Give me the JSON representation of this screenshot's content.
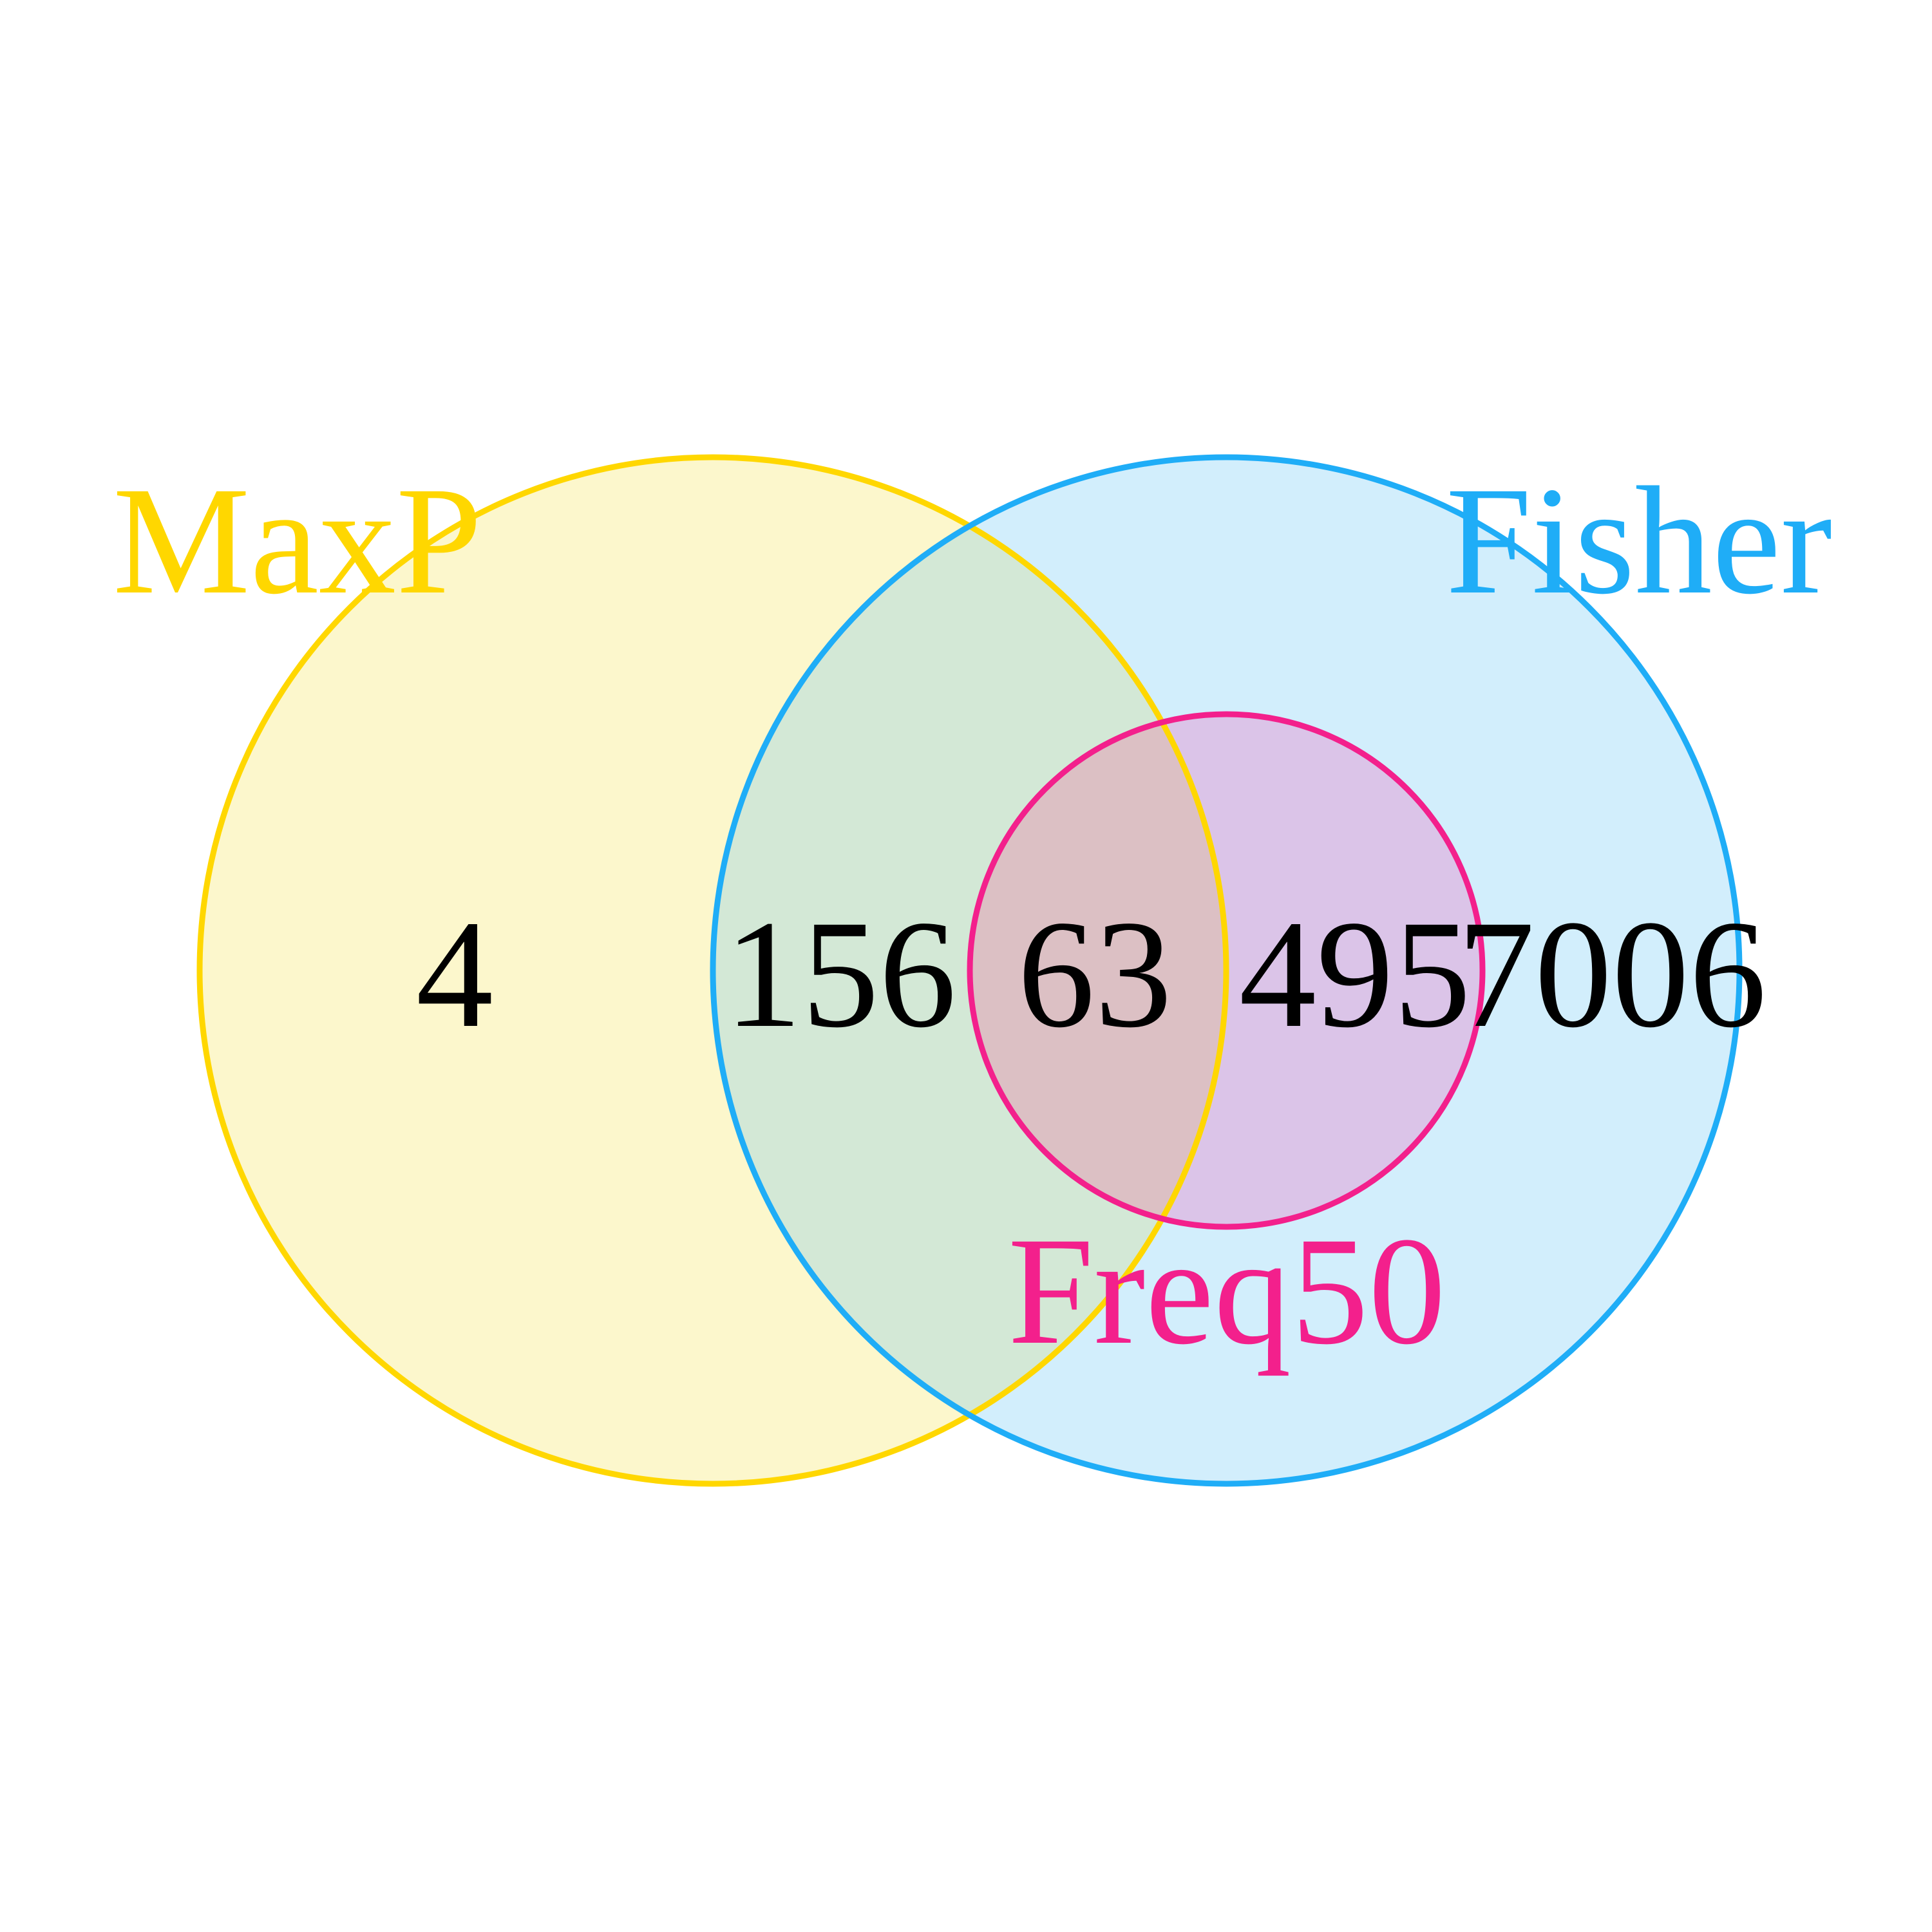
{
  "sets": [
    {
      "id": "maxp",
      "name": "MaxP",
      "color": "#FFD700",
      "fill": "#FCF7CC"
    },
    {
      "id": "fisher",
      "name": "Fisher",
      "color": "#1FADF7",
      "fill": "#D2EEFC"
    },
    {
      "id": "freq50",
      "name": "Freq50",
      "color": "#F3208C",
      "fill": "#DBC4E8"
    }
  ],
  "regions": [
    {
      "id": "maxp-only",
      "sets": [
        "MaxP"
      ],
      "count": "4"
    },
    {
      "id": "maxp-fisher",
      "sets": [
        "MaxP",
        "Fisher"
      ],
      "count": "156"
    },
    {
      "id": "maxp-fisher-freq50",
      "sets": [
        "MaxP",
        "Fisher",
        "Freq50"
      ],
      "count": "63"
    },
    {
      "id": "fisher-freq50",
      "sets": [
        "Fisher",
        "Freq50"
      ],
      "count": "495"
    },
    {
      "id": "fisher-only",
      "sets": [
        "Fisher"
      ],
      "count": "7006"
    }
  ],
  "overlap_colors": {
    "maxp_fisher": "#D3E8D6",
    "all_three": "#DCC0C4"
  },
  "text_color": "#000000"
}
